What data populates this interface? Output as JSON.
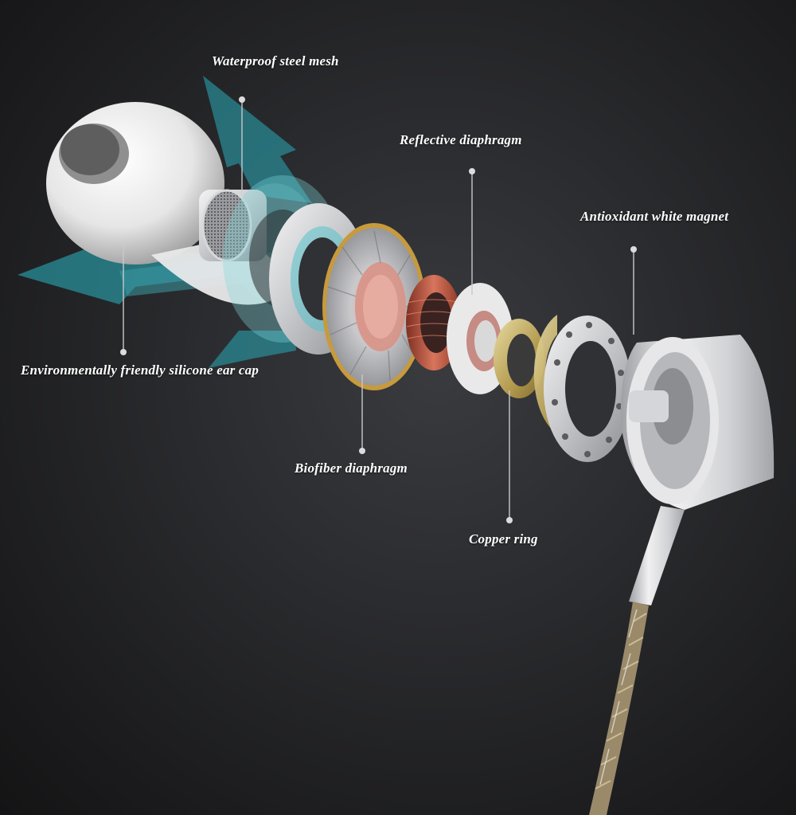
{
  "labels": {
    "waterproof_mesh": "Waterproof steel mesh",
    "reflective_diaphragm": "Reflective diaphragm",
    "antioxidant_magnet": "Antioxidant white magnet",
    "silicone_ear_cap": "Environmentally friendly silicone ear cap",
    "biofiber_diaphragm": "Biofiber diaphragm",
    "copper_ring": "Copper ring"
  },
  "colors": {
    "background": "#2a2b2e",
    "label_text": "#ffffff",
    "arrow_teal": "#2a9aa6",
    "ear_cap_white": "#f1f1f1",
    "housing_silver": "#d8d9dc",
    "copper": "#b4523e",
    "gold": "#c9b46a"
  }
}
